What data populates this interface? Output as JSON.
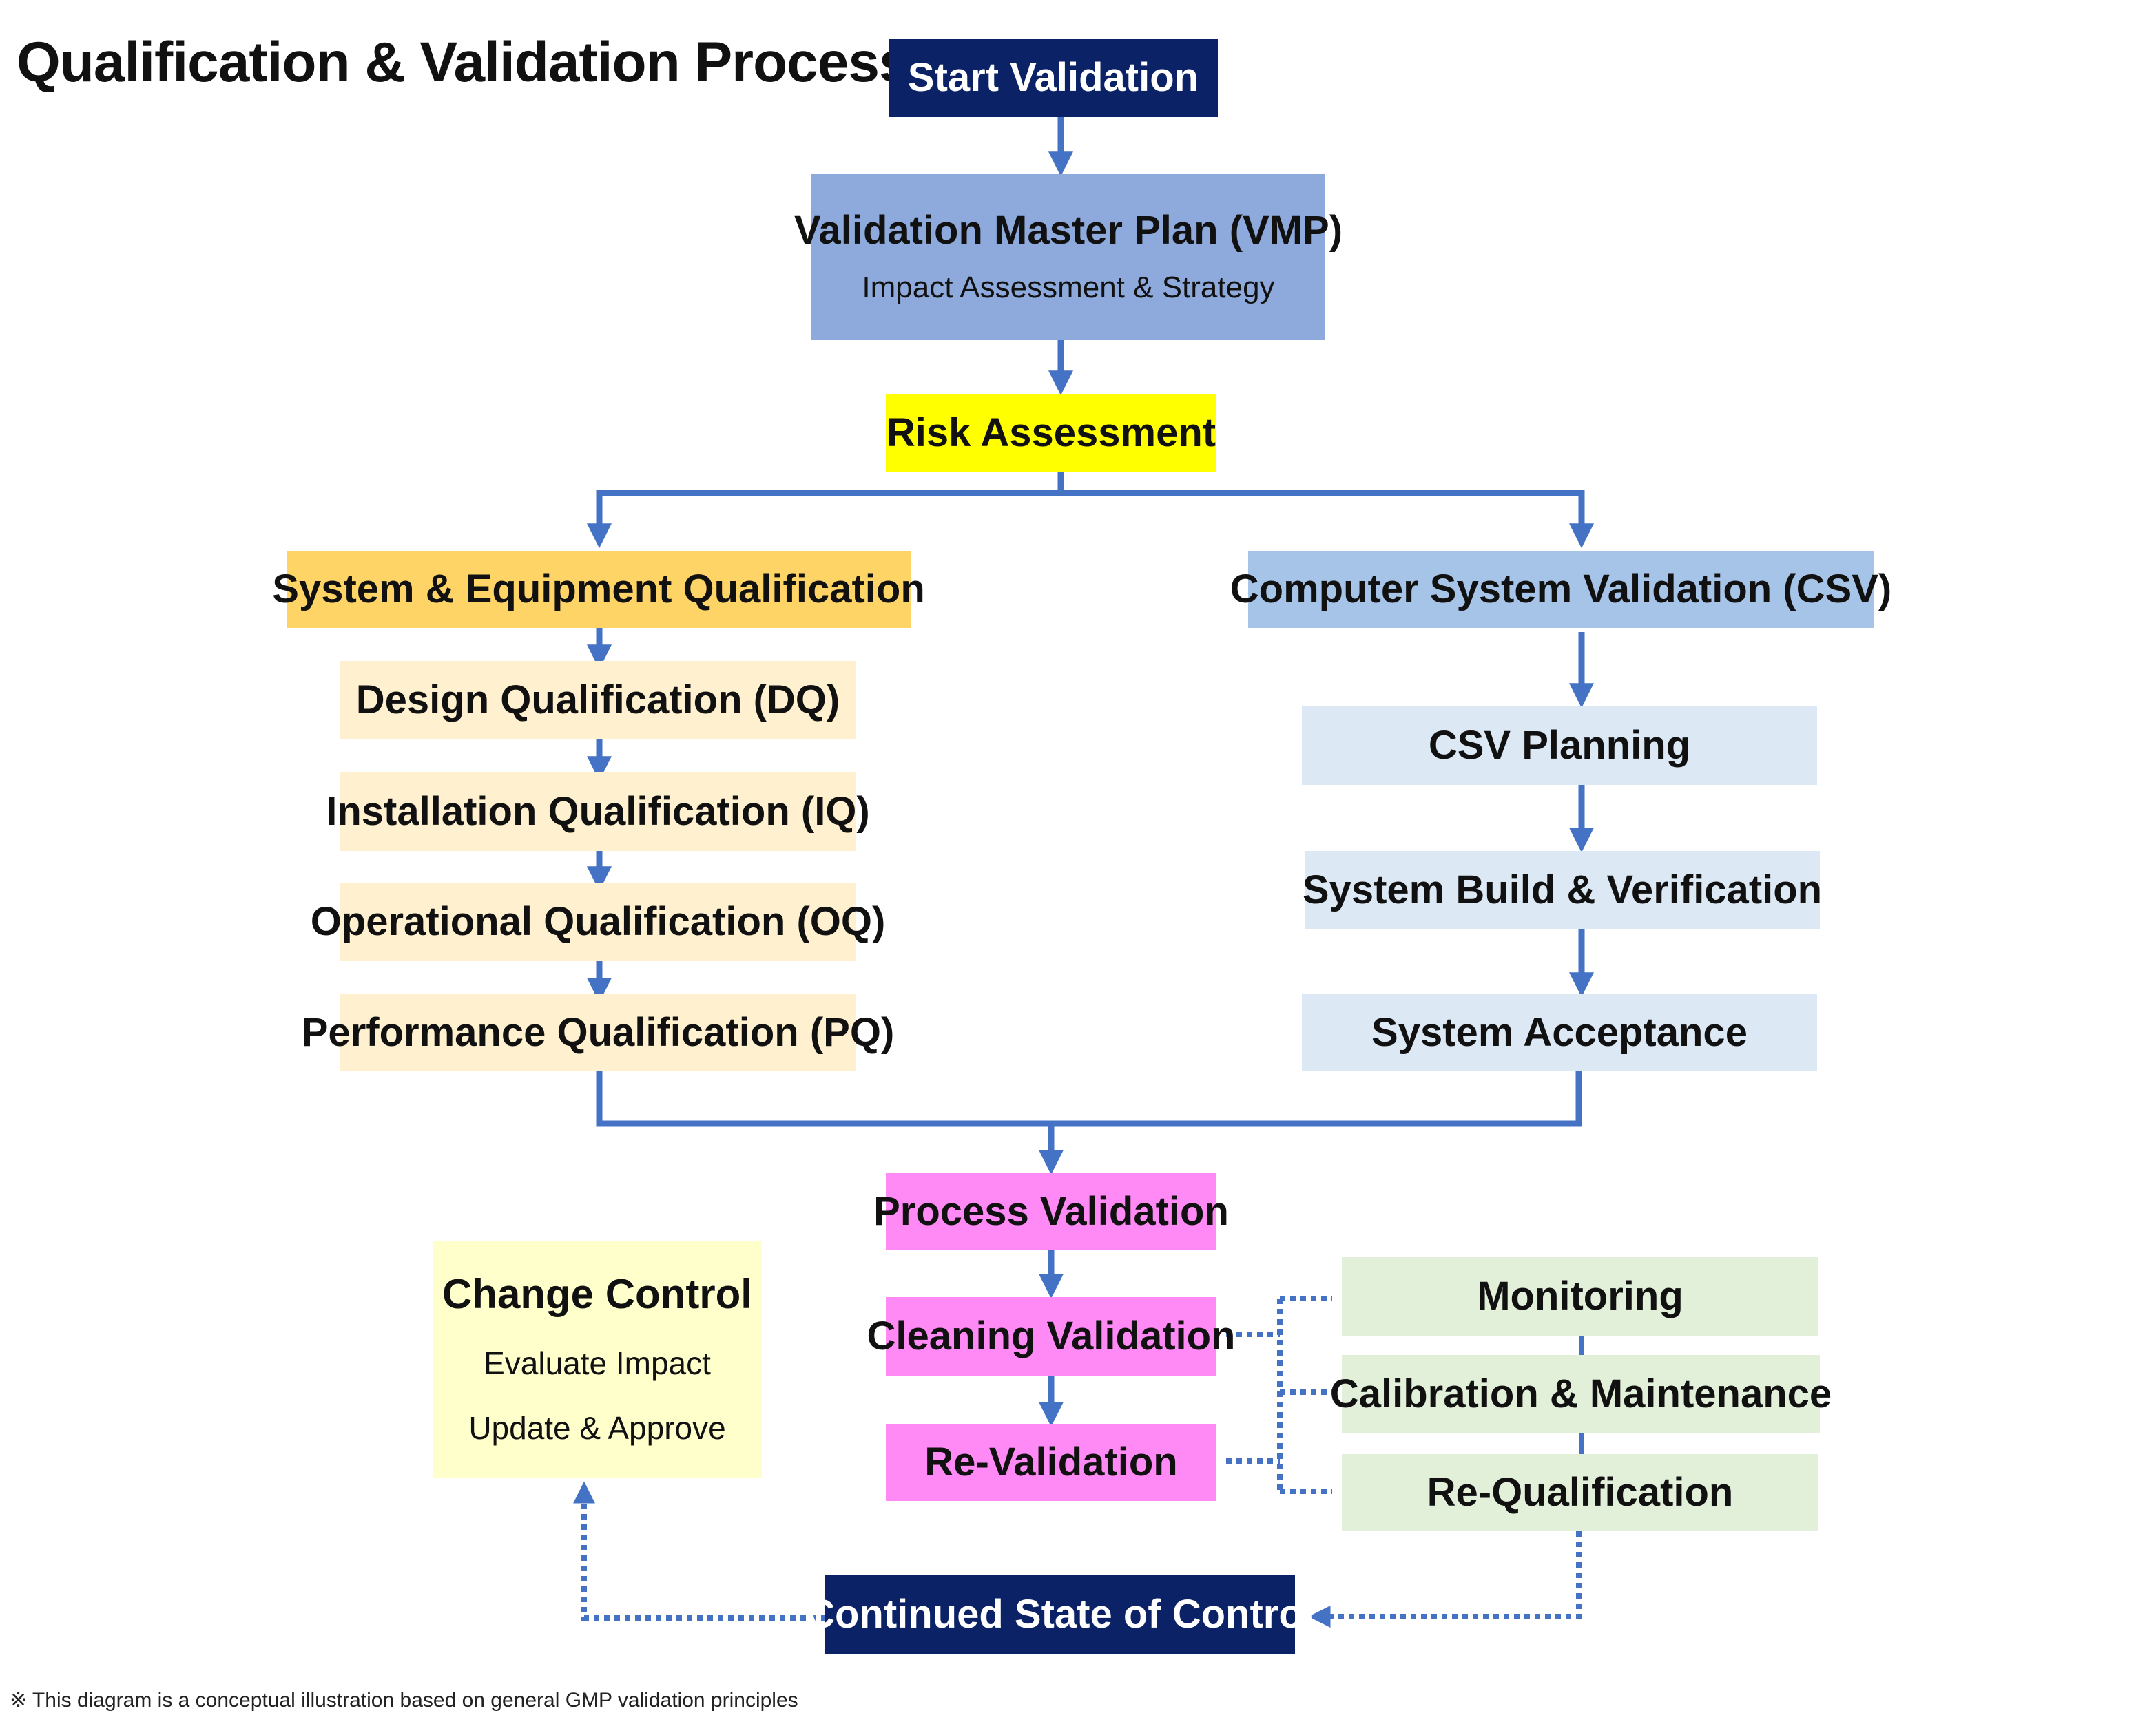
{
  "title": "Qualification & Validation Process",
  "footnote": "※ This diagram is a conceptual illustration based on general GMP validation principles",
  "start": "Start Validation",
  "vmp": {
    "title": "Validation Master Plan (VMP)",
    "subtitle": "Impact Assessment & Strategy"
  },
  "risk": "Risk Assessment",
  "equipment": {
    "header": "System & Equipment Qualification",
    "steps": [
      "Design Qualification (DQ)",
      "Installation Qualification (IQ)",
      "Operational Qualification (OQ)",
      "Performance Qualification (PQ)"
    ]
  },
  "csv": {
    "header": "Computer System Validation (CSV)",
    "steps": [
      "CSV Planning",
      "System Build & Verification",
      "System Acceptance"
    ]
  },
  "process": {
    "steps": [
      "Process Validation",
      "Cleaning Validation",
      "Re-Validation"
    ]
  },
  "change_control": {
    "title": "Change Control",
    "line1": "Evaluate Impact",
    "line2": "Update & Approve"
  },
  "maintenance": {
    "items": [
      "Monitoring",
      "Calibration & Maintenance",
      "Re-Qualification"
    ]
  },
  "continued": "Continued State of Control",
  "colors": {
    "connector": "#4472c4",
    "dark_navy": "#0b2266",
    "vmp": "#8eaadc",
    "risk": "#ffff00",
    "equipment_header": "#ffd466",
    "equipment_step": "#fff0cf",
    "csv_header": "#a6c4e8",
    "csv_step": "#dde8f5",
    "process": "#ff8af5",
    "change_control": "#ffffcc",
    "maintenance": "#e2efd9"
  }
}
